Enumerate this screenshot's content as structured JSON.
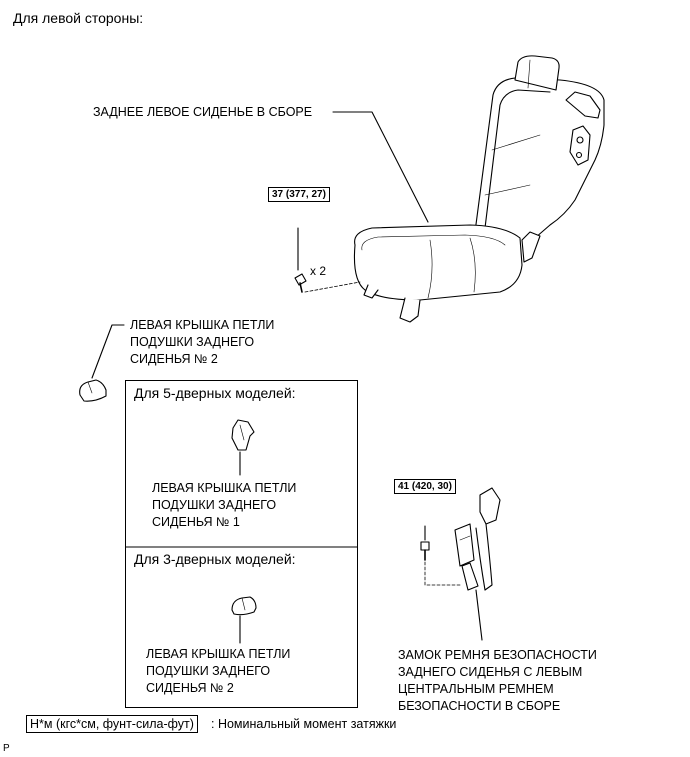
{
  "header": {
    "title": "Для левой стороны:"
  },
  "seat": {
    "label": "ЗАДНЕЕ ЛЕВОЕ СИДЕНЬЕ В СБОРЕ"
  },
  "bolt_seat": {
    "torque": "37 (377, 27)",
    "qty": "x 2"
  },
  "cover_main": {
    "lines": [
      "ЛЕВАЯ КРЫШКА ПЕТЛИ",
      "ПОДУШКИ ЗАДНЕГО",
      "СИДЕНЬЯ № 2"
    ]
  },
  "panel_5door": {
    "title": "Для 5-дверных моделей:",
    "lines": [
      "ЛЕВАЯ КРЫШКА ПЕТЛИ",
      "ПОДУШКИ ЗАДНЕГО",
      "СИДЕНЬЯ № 1"
    ]
  },
  "panel_3door": {
    "title": "Для 3-дверных моделей:",
    "lines": [
      "ЛЕВАЯ КРЫШКА ПЕТЛИ",
      "ПОДУШКИ ЗАДНЕГО",
      "СИДЕНЬЯ № 2"
    ]
  },
  "bolt_belt": {
    "torque": "41 (420, 30)"
  },
  "buckle": {
    "lines": [
      "ЗАМОК РЕМНЯ БЕЗОПАСНОСТИ",
      "ЗАДНЕГО СИДЕНЬЯ С ЛЕВЫМ",
      "ЦЕНТРАЛЬНЫМ РЕМНЕМ",
      "БЕЗОПАСНОСТИ В СБОРЕ"
    ]
  },
  "legend": {
    "unit": "Н*м (кгс*см, фунт-сила-фут)",
    "text": ": Номинальный момент затяжки"
  },
  "footer": {
    "code": "P"
  }
}
